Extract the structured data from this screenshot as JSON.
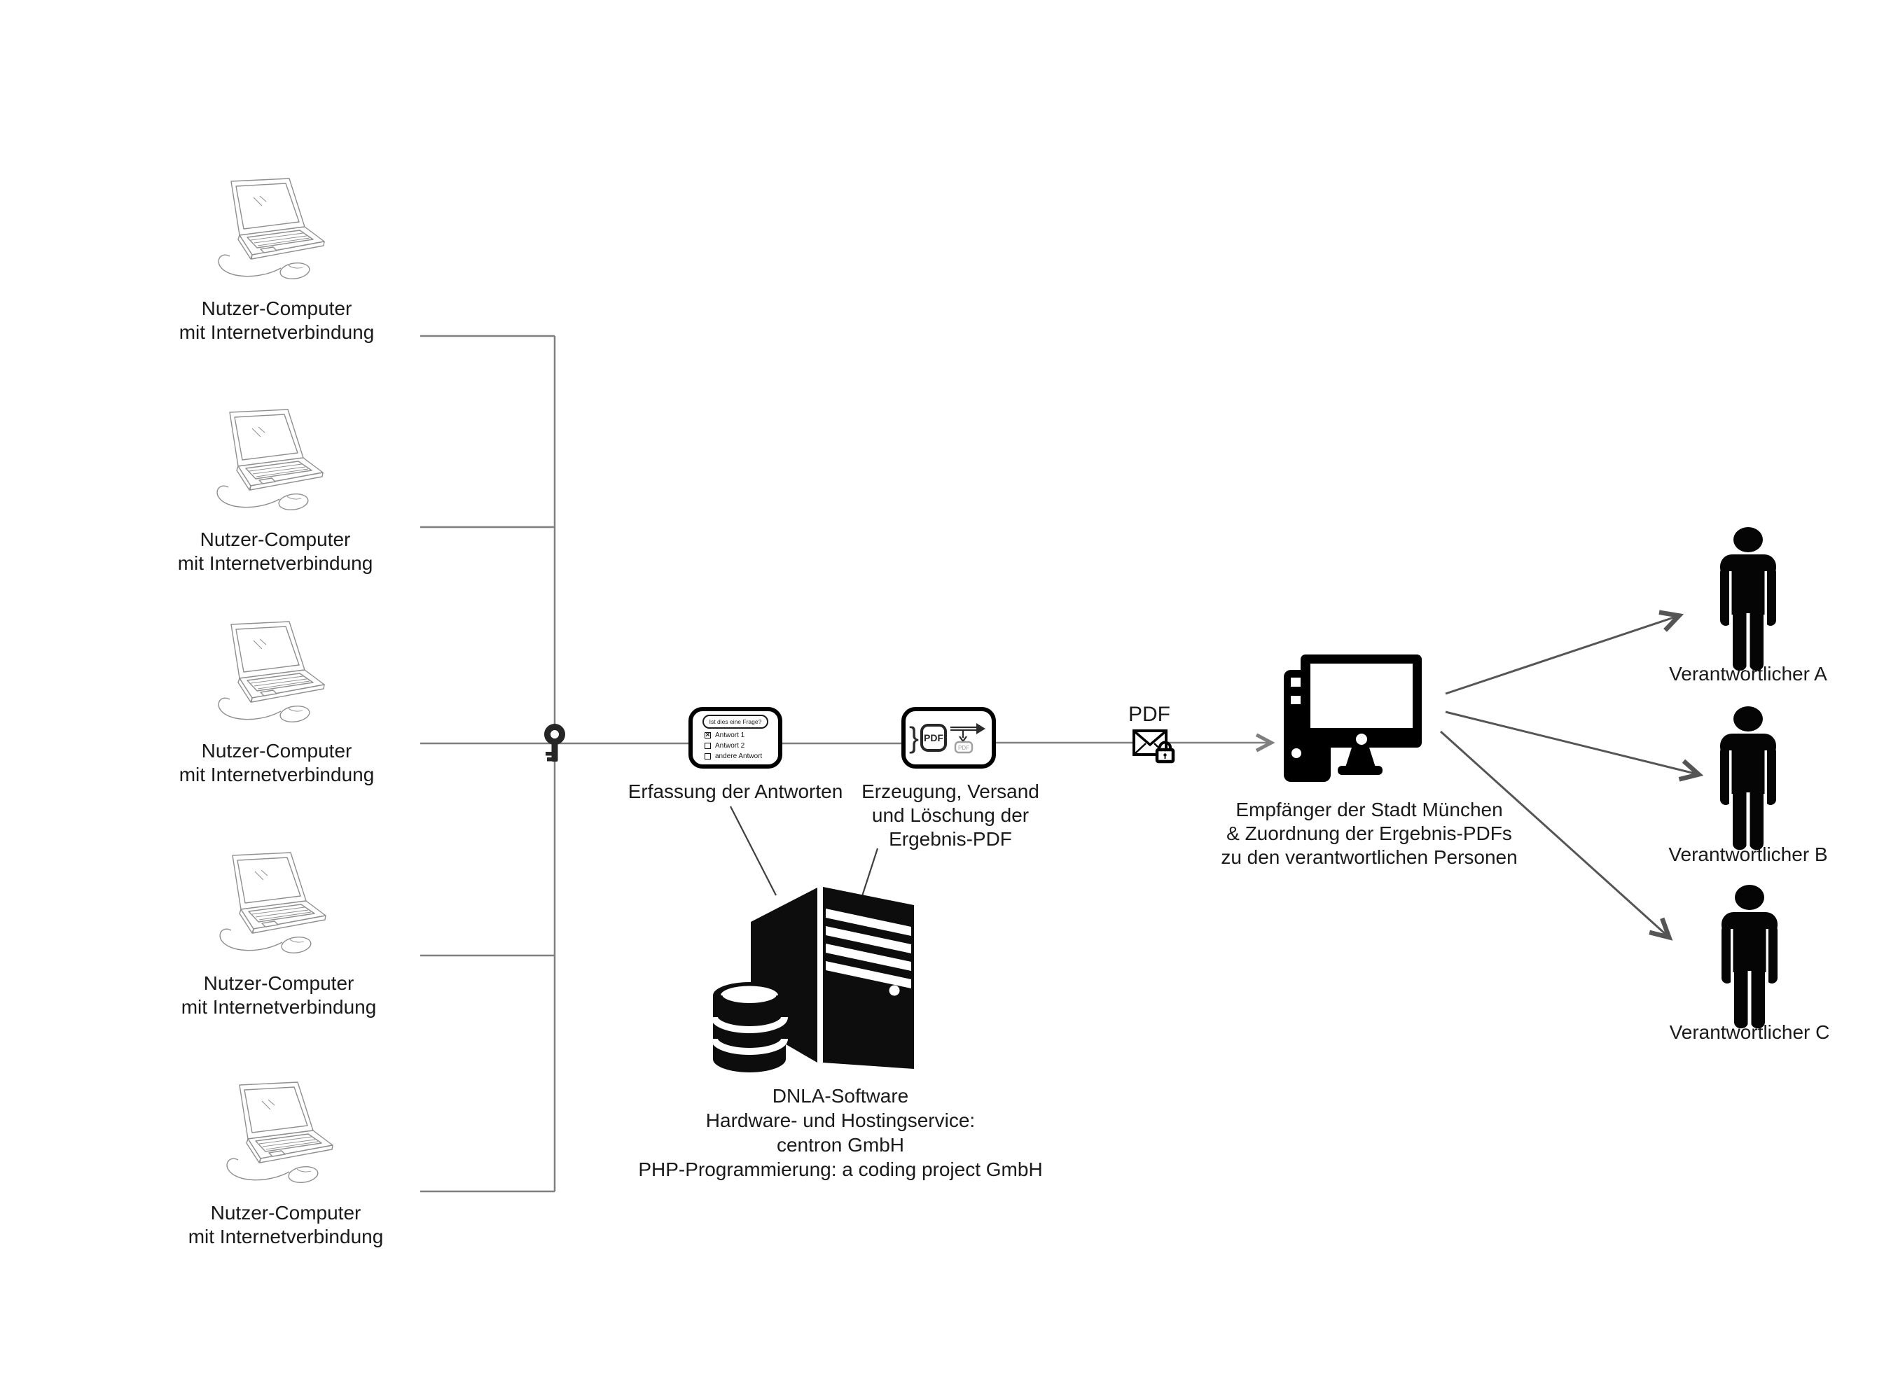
{
  "colors": {
    "background": "#ffffff",
    "text": "#1a1a1a",
    "connector": "#7f7f7f",
    "arrow": "#555555",
    "icon": "#0d0d0d"
  },
  "laptop_group": {
    "label": "Nutzer-Computer\nmit Internetverbindung"
  },
  "capture_box": {
    "question": "Ist dies eine Frage?",
    "answers": [
      {
        "mark": "×",
        "label": "Antwort 1"
      },
      {
        "mark": "",
        "label": "Antwort 2"
      },
      {
        "mark": "",
        "label": "andere Antwort"
      }
    ],
    "caption": "Erfassung der Antworten"
  },
  "pdf_box": {
    "brace": "}",
    "pdf_label": "PDF",
    "mini_pdf_label": "PDF",
    "caption": "Erzeugung, Versand\nund Löschung der\nErgebnis-PDF"
  },
  "transfer": {
    "label": "PDF"
  },
  "receiver": {
    "caption": "Empfänger der Stadt München\n& Zuordnung der Ergebnis-PDFs\nzu den verantwortlichen Personen"
  },
  "server": {
    "caption": "DNLA-Software\nHardware- und Hostingservice:\ncentron GmbH\nPHP-Programmierung: a coding project GmbH"
  },
  "persons": [
    {
      "label": "Verantwortlicher A"
    },
    {
      "label": "Verantwortlicher B"
    },
    {
      "label": "Verantwortlicher C"
    }
  ]
}
